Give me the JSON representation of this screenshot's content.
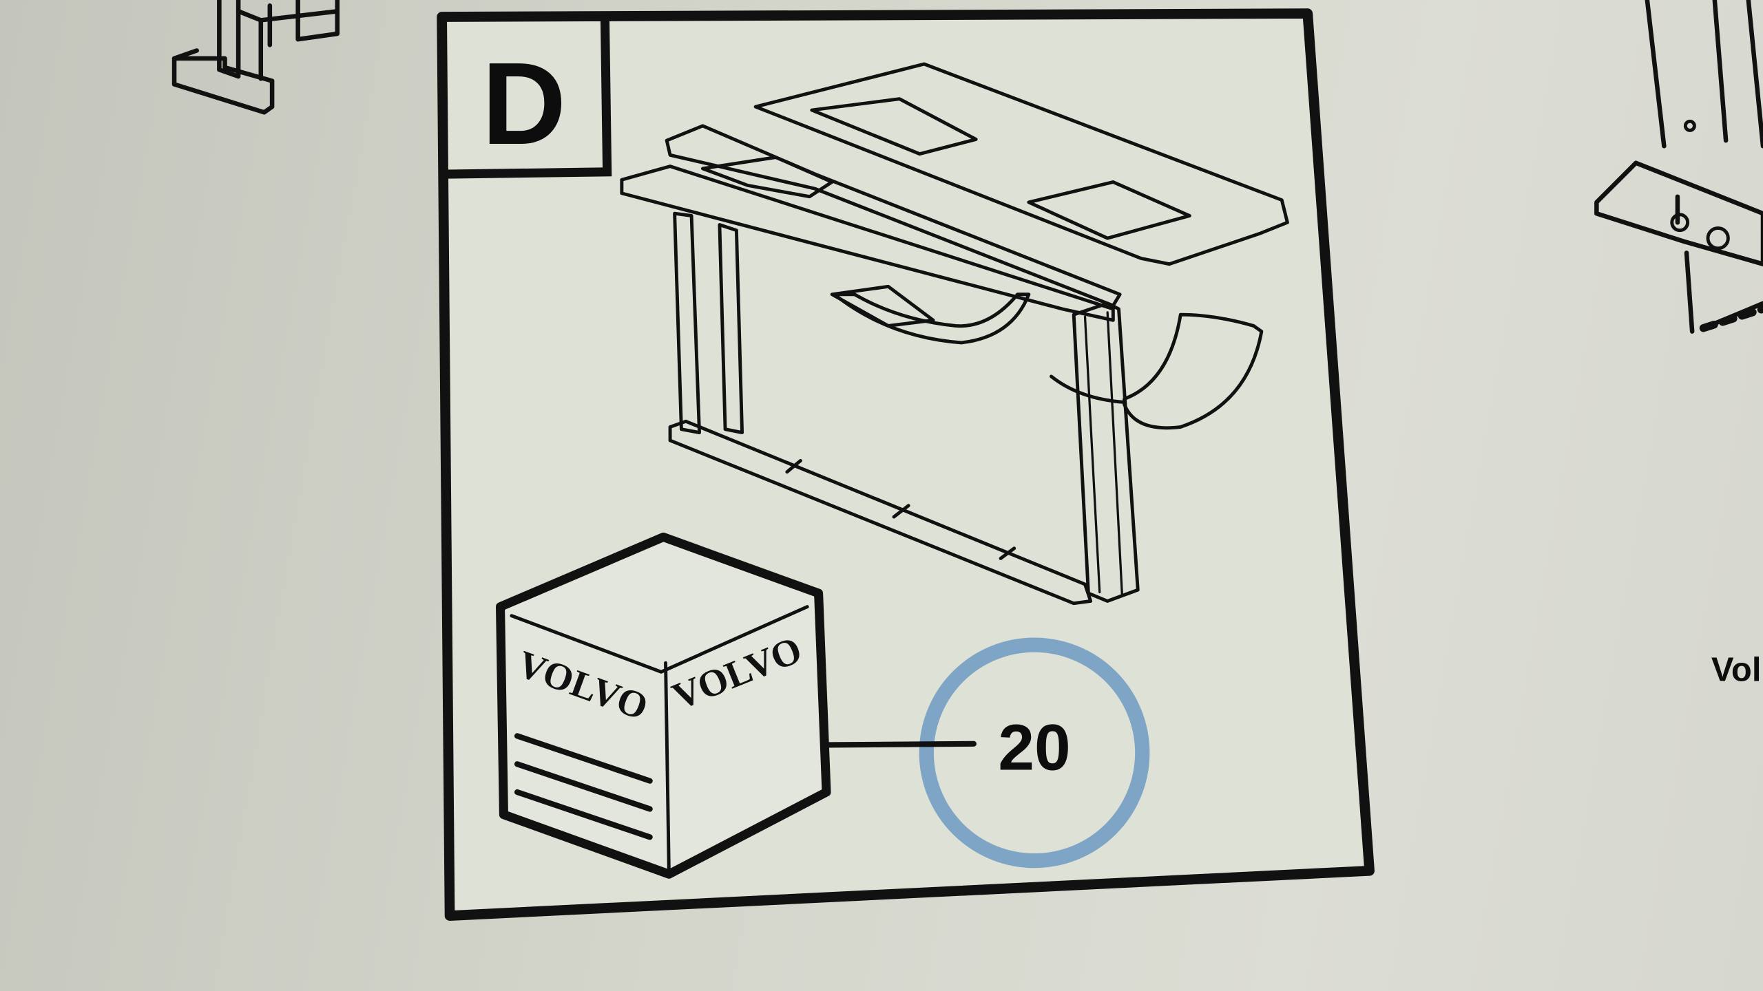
{
  "diagram": {
    "panel_letter": "D",
    "callout_number": "20",
    "box_logo_left": "VOLVO",
    "box_logo_right": "VOLVO",
    "edge_text_right": "Vol",
    "colors": {
      "line": "#111111",
      "callout_ring": "#7ea5c6",
      "panel_fill": "#dde1d6",
      "background": "#cfd1c8"
    }
  }
}
